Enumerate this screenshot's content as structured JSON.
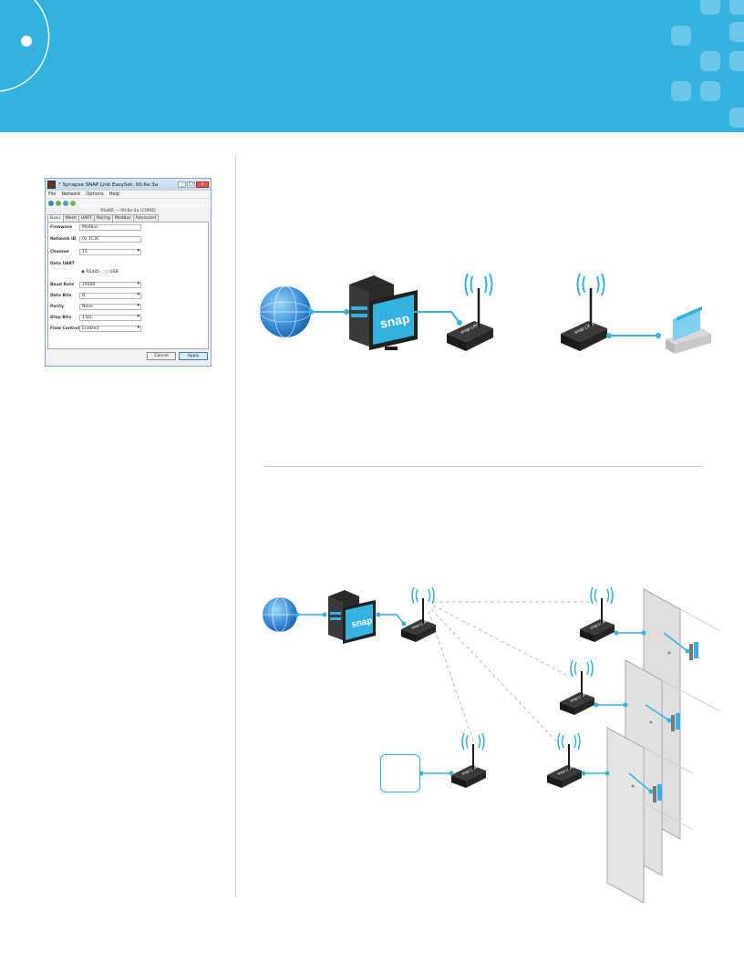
{
  "colors": {
    "brand": "#33b1df",
    "divider": "#c8c8c8",
    "device": "#262626"
  },
  "easyset": {
    "title": "* Synapse SNAP Link EasySet: 00:6e:3a",
    "window_buttons": [
      "_",
      "□",
      "x"
    ],
    "menu": [
      "File",
      "Network",
      "Options",
      "Help"
    ],
    "device_line": "RS485 — 00:6e:3a (COM2)",
    "tabs": [
      "Basic",
      "Mesh",
      "UART",
      "Pairing",
      "Modbus",
      "Advanced"
    ],
    "fields": [
      {
        "label": "Firmware",
        "value": "Modbus"
      },
      {
        "label": "Network ID",
        "value": "0x 1C3C"
      },
      {
        "label": "Channel",
        "value": "15"
      },
      {
        "label": "Data UART",
        "value": ""
      },
      {
        "label": "Baud Rate",
        "value": "19200"
      },
      {
        "label": "Data Bits",
        "value": "8"
      },
      {
        "label": "Parity",
        "value": "None"
      },
      {
        "label": "Stop Bits",
        "value": "1 bit"
      },
      {
        "label": "Flow Control",
        "value": "Enabled"
      }
    ],
    "uart_options": [
      "RS485",
      "USB"
    ],
    "cancel_label": "Cancel",
    "apply_label": "Apply"
  },
  "diagram": {
    "monitor_logo": "snap",
    "device_label": "snap LINK"
  }
}
